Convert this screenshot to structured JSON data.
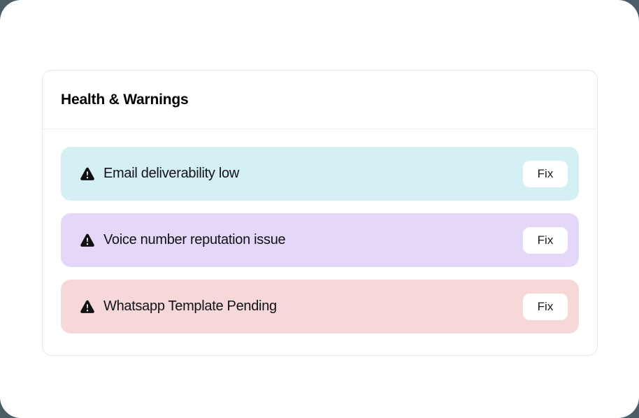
{
  "theme": {
    "page_background": "#ffffff",
    "outer_background": "#4c5d68",
    "card_background": "#ffffff",
    "card_border": "#e8e8ea",
    "divider": "#eeeef0",
    "text_primary": "#000000",
    "fix_button_background": "#ffffff",
    "fix_button_text": "#1c1c22"
  },
  "card": {
    "title": "Health & Warnings"
  },
  "alerts": [
    {
      "icon": "warning-triangle-icon",
      "label": "Email deliverability low",
      "action_label": "Fix",
      "background": "#d5f0f5"
    },
    {
      "icon": "warning-triangle-icon",
      "label": "Voice number reputation issue",
      "action_label": "Fix",
      "background": "#e4d7f7"
    },
    {
      "icon": "warning-triangle-icon",
      "label": "Whatsapp Template Pending",
      "action_label": "Fix",
      "background": "#f7d8d8"
    }
  ]
}
